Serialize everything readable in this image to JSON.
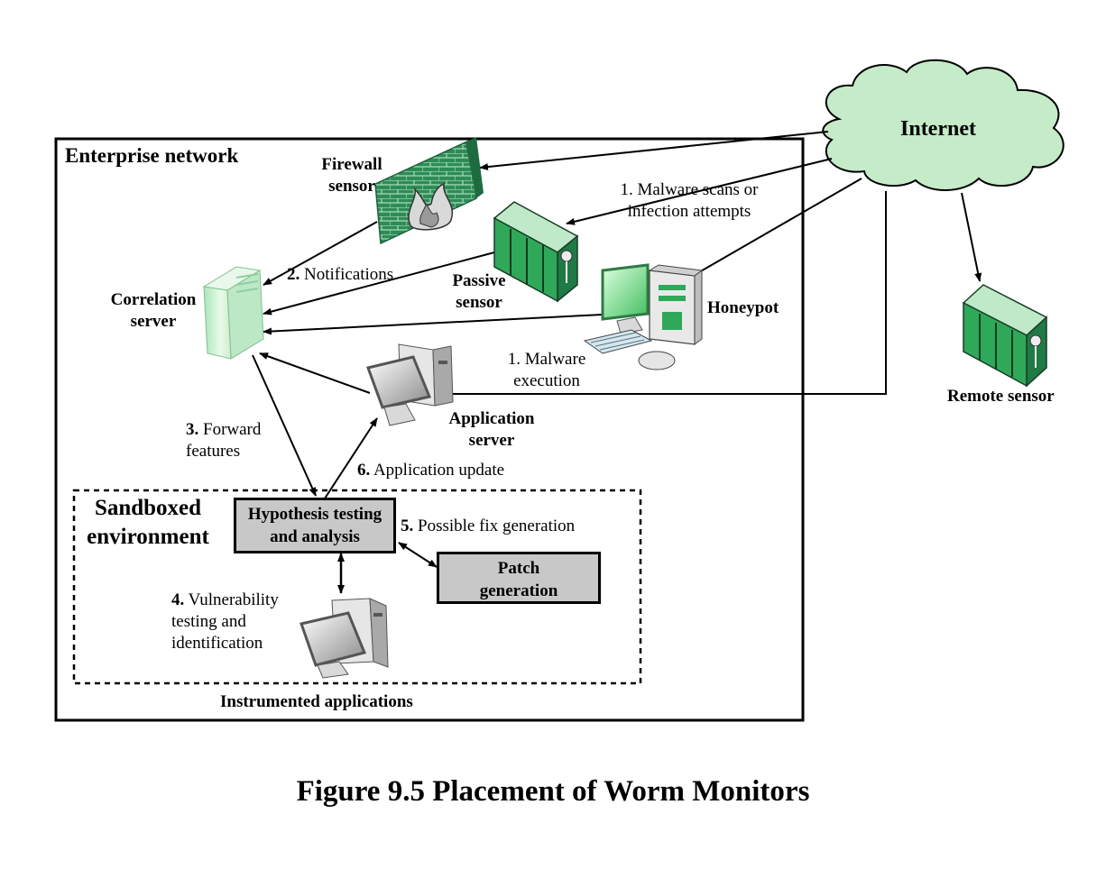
{
  "figure": {
    "caption": "Figure 9.5  Placement of Worm Monitors"
  },
  "cloud": {
    "label": "Internet"
  },
  "enterprise": {
    "title": "Enterprise network"
  },
  "sandbox": {
    "title_line1": "Sandboxed",
    "title_line2": "environment",
    "footer": "Instrumented applications"
  },
  "nodes": {
    "firewall": {
      "line1": "Firewall",
      "line2": "sensor"
    },
    "passive": {
      "line1": "Passive",
      "line2": "sensor"
    },
    "honeypot": {
      "label": "Honeypot"
    },
    "correlation": {
      "line1": "Correlation",
      "line2": "server"
    },
    "application": {
      "line1": "Application",
      "line2": "server"
    },
    "remote": {
      "label": "Remote sensor"
    },
    "hypothesis": {
      "line1": "Hypothesis testing",
      "line2": "and analysis"
    },
    "patch": {
      "line1": "Patch",
      "line2": "generation"
    }
  },
  "steps": {
    "scans": {
      "line1": "1. Malware scans or",
      "line2": "infection attempts"
    },
    "execution": {
      "line1": "1. Malware",
      "line2": "execution"
    },
    "notifications": {
      "num": "2.",
      "text": " Notifications"
    },
    "forward": {
      "num": "3.",
      "text": " Forward",
      "line2": "features"
    },
    "vuln": {
      "num": "4.",
      "text": " Vulnerability",
      "line2": "testing and",
      "line3": "identification"
    },
    "fix": {
      "num": "5.",
      "text": " Possible fix generation"
    },
    "update": {
      "num": "6.",
      "text": " Application update"
    }
  },
  "colors": {
    "cloud_fill": "#c5ebc9",
    "device_green": "#2fa85a",
    "brick": "#2e8b57",
    "box_gray": "#c8c8c8"
  }
}
